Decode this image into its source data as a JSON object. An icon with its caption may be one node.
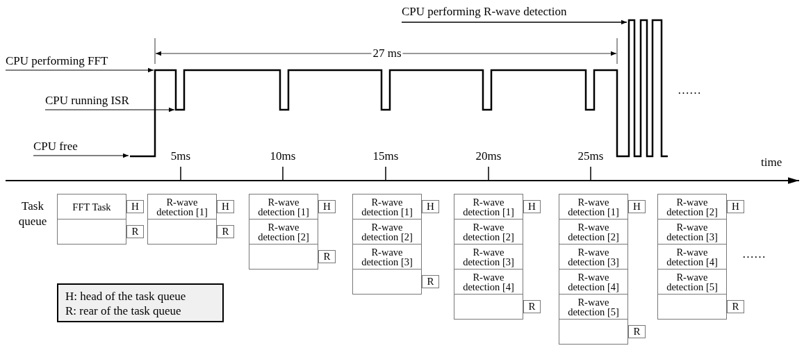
{
  "diagram": {
    "nodes": [
      {
        "text": [
          "CPU performing R-wave detection"
        ]
      },
      {
        "text": [
          "CPU performing FFT"
        ]
      },
      {
        "text": [
          "CPU running ISR"
        ]
      },
      {
        "text": [
          "CPU free"
        ]
      },
      {
        "text": [
          "FFT Task"
        ]
      },
      {
        "text": [],
        "shape": "box"
      },
      {
        "text": [
          "H"
        ]
      },
      {
        "text": [
          "R"
        ]
      },
      {
        "text": [
          "R-wave detection [1]"
        ]
      },
      {
        "text": [],
        "shape": "box"
      },
      {
        "text": [
          "H"
        ]
      },
      {
        "text": [
          "R"
        ]
      },
      {
        "text": [
          "R-wave detection [1]"
        ]
      },
      {
        "text": [
          "R-wave detection [2]"
        ]
      },
      {
        "text": [],
        "shape": "box"
      },
      {
        "text": [
          "H"
        ]
      },
      {
        "text": [
          "R"
        ]
      },
      {
        "text": [
          "R-wave detection [1]"
        ]
      },
      {
        "text": [
          "R-wave detection [2]"
        ]
      },
      {
        "text": [
          "R-wave detection [3]"
        ]
      },
      {
        "text": [],
        "shape": "box"
      },
      {
        "text": [
          "H"
        ]
      },
      {
        "text": [
          "R"
        ]
      },
      {
        "text": [
          "R-wave detection [1]"
        ]
      },
      {
        "text": [
          "R-wave detection [2]"
        ]
      },
      {
        "text": [
          "R-wave detection [3]"
        ]
      },
      {
        "text": [
          "R-wave detection [4]"
        ]
      },
      {
        "text": [],
        "shape": "box"
      },
      {
        "text": [
          "H"
        ]
      },
      {
        "text": [
          "R"
        ]
      },
      {
        "text": [
          "R-wave detection [1]"
        ]
      },
      {
        "text": [
          "R-wave detection [2]"
        ]
      },
      {
        "text": [
          "R-wave detection [3]"
        ]
      },
      {
        "text": [
          "R-wave detection [4]"
        ]
      },
      {
        "text": [
          "R-wave detection [5]"
        ]
      },
      {
        "text": [],
        "shape": "box"
      },
      {
        "text": [
          "H"
        ]
      },
      {
        "text": [
          "R"
        ]
      },
      {
        "text": [
          "R-wave detection [2]"
        ]
      },
      {
        "text": [
          "R-wave detection [3]"
        ]
      },
      {
        "text": [
          "R-wave detection [4]"
        ]
      },
      {
        "text": [
          "R-wave detection [5]"
        ]
      },
      {
        "text": [],
        "shape": "box"
      },
      {
        "text": [
          "H"
        ]
      },
      {
        "text": [
          "R"
        ]
      },
      {
        "text": [
          "H: head of the task queue",
          "R: rear of the task queue"
        ]
      },
      {
        "text": [],
        "shape": "waveform"
      }
    ],
    "edges": [
      {
        "from": 0,
        "to": 46,
        "arrow": "to"
      },
      {
        "from": 1,
        "to": 46,
        "arrow": "to"
      },
      {
        "from": 2,
        "to": 46,
        "arrow": "to"
      },
      {
        "from": 3,
        "to": 46,
        "arrow": "to"
      }
    ],
    "labels": [
      "27 ms",
      "5ms",
      "10ms",
      "15ms",
      "20ms",
      "25ms",
      "time",
      "……",
      "Task queue",
      "……"
    ]
  }
}
